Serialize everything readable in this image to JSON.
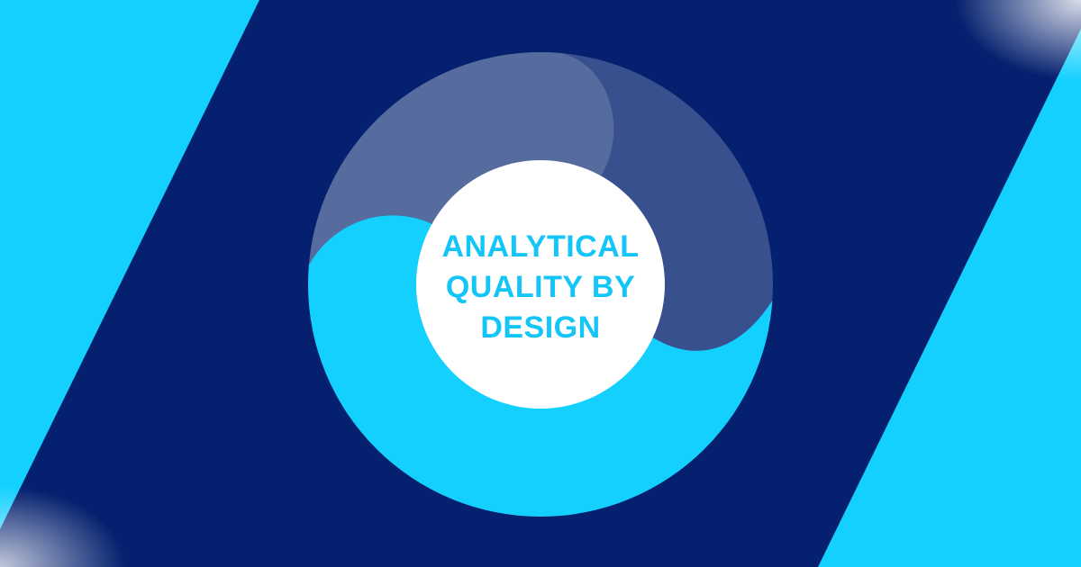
{
  "graphic": {
    "title_lines": [
      "ANALYTICAL",
      "QUALITY BY",
      "DESIGN"
    ]
  },
  "colors": {
    "cyan": "#14d0ff",
    "navy": "#04206e",
    "lavender": "#566b9e",
    "slate": "#39508e",
    "white": "#ffffff",
    "text": "#14c5f7"
  }
}
